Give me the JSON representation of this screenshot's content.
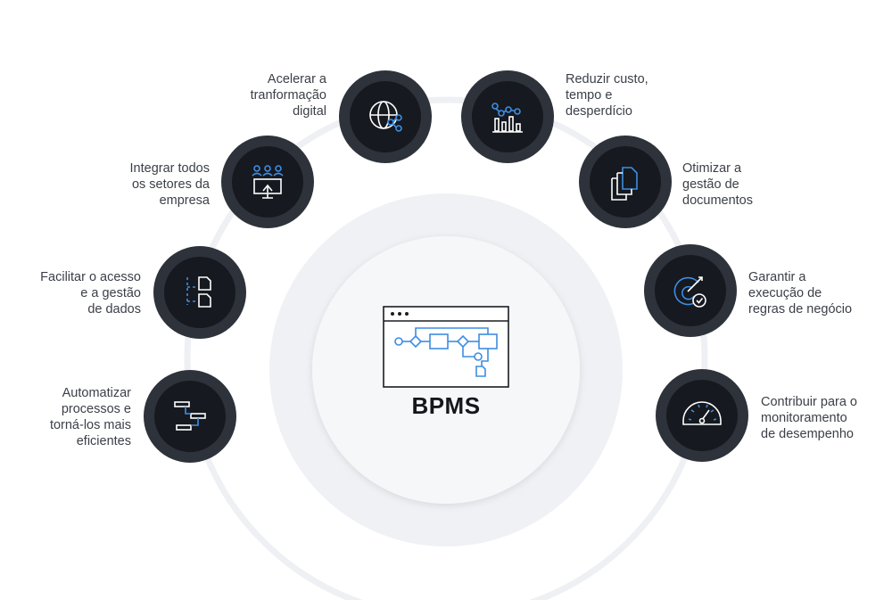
{
  "center": {
    "title": "BPMS"
  },
  "colors": {
    "node_fill": "#16191f",
    "node_ring": "#2e323a",
    "accent": "#3d8ee3",
    "icon_white": "#ffffff"
  },
  "nodes": [
    {
      "id": "automatizar",
      "icon": "workflow-steps-icon",
      "label": "Automatizar\nprocessos e\ntorná-los mais\neficientes"
    },
    {
      "id": "facilitar",
      "icon": "data-documents-icon",
      "label": "Facilitar o acesso\ne a gestão\nde dados"
    },
    {
      "id": "integrar",
      "icon": "team-monitor-icon",
      "label": "Integrar todos\nos setores da\nempresa"
    },
    {
      "id": "acelerar",
      "icon": "globe-network-icon",
      "label": "Acelerar a\ntranformação\ndigital"
    },
    {
      "id": "reduzir",
      "icon": "bar-line-chart-icon",
      "label": "Reduzir custo,\ntempo e\ndesperdício"
    },
    {
      "id": "otimizar",
      "icon": "stacked-documents-icon",
      "label": "Otimizar a\ngestão de\ndocumentos"
    },
    {
      "id": "garantir",
      "icon": "target-check-icon",
      "label": "Garantir a\nexecução de\nregras de negócio"
    },
    {
      "id": "contribuir",
      "icon": "speedometer-icon",
      "label": "Contribuir para o\nmonitoramento\nde desempenho"
    }
  ]
}
